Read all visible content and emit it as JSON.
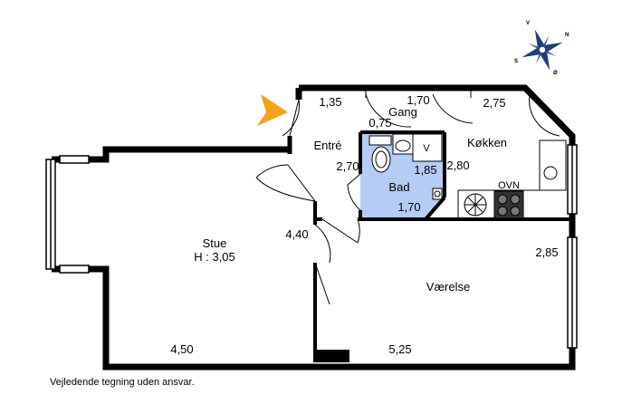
{
  "rooms": {
    "entre": "Entré",
    "gang": "Gang",
    "kokken": "Køkken",
    "bad": "Bad",
    "stue": "Stue",
    "stue_height": "H : 3,05",
    "vaerelse": "Værelse"
  },
  "fixtures": {
    "v": "V",
    "ovn": "OVN"
  },
  "dimensions": {
    "d135": "1,35",
    "d170_top": "1,70",
    "d275": "2,75",
    "d075": "0,75",
    "d270": "2,70",
    "d185": "1,85",
    "d280": "2,80",
    "d170_bad": "1,70",
    "d440": "4,40",
    "d285": "2,85",
    "d450": "4,50",
    "d525": "5,25"
  },
  "compass": {
    "n": "N",
    "v": "V",
    "s": "S",
    "o": "Ø"
  },
  "colors": {
    "wall": "#000000",
    "bath_floor": "#b4cdf6",
    "entrance_arrow": "#f5a31a",
    "compass_blue": "#1f3d78"
  },
  "disclaimer": "Vejledende tegning uden ansvar."
}
